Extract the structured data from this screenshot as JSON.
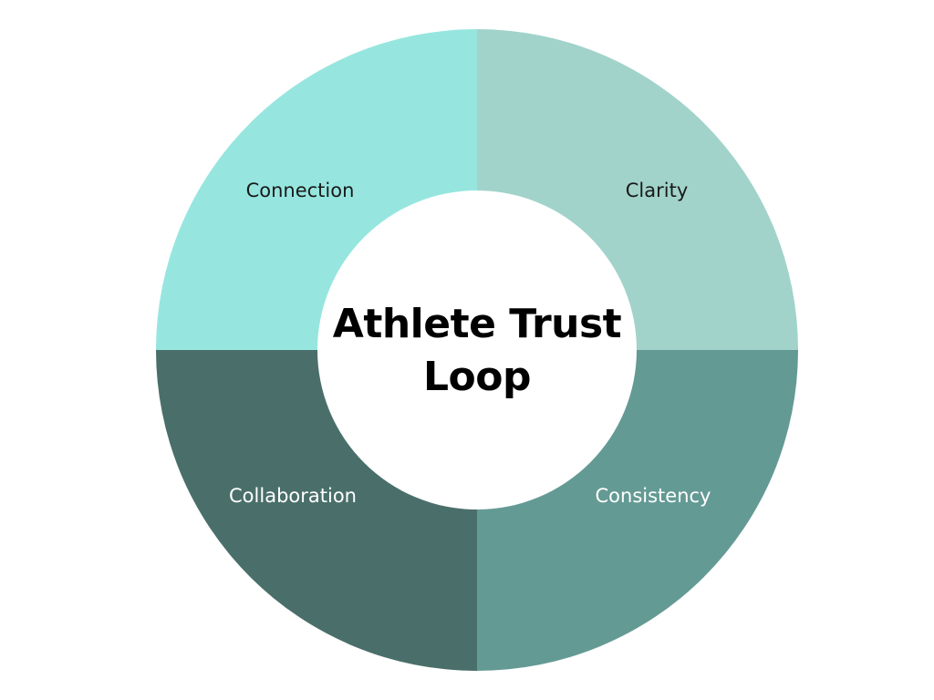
{
  "title": {
    "line1": "Athlete Trust",
    "line2": "Loop"
  },
  "segments": [
    {
      "id": "connection",
      "label": "Connection",
      "fill": "#96e6df",
      "text_color": "#1a1a1a"
    },
    {
      "id": "clarity",
      "label": "Clarity",
      "fill": "#a1d3ca",
      "text_color": "#1a1a1a"
    },
    {
      "id": "consistency",
      "label": "Consistency",
      "fill": "#649a94",
      "text_color": "#ffffff"
    },
    {
      "id": "collaboration",
      "label": "Collaboration",
      "fill": "#4a6f6a",
      "text_color": "#ffffff"
    }
  ],
  "colors": {
    "background": "#ffffff",
    "center": "#ffffff"
  }
}
